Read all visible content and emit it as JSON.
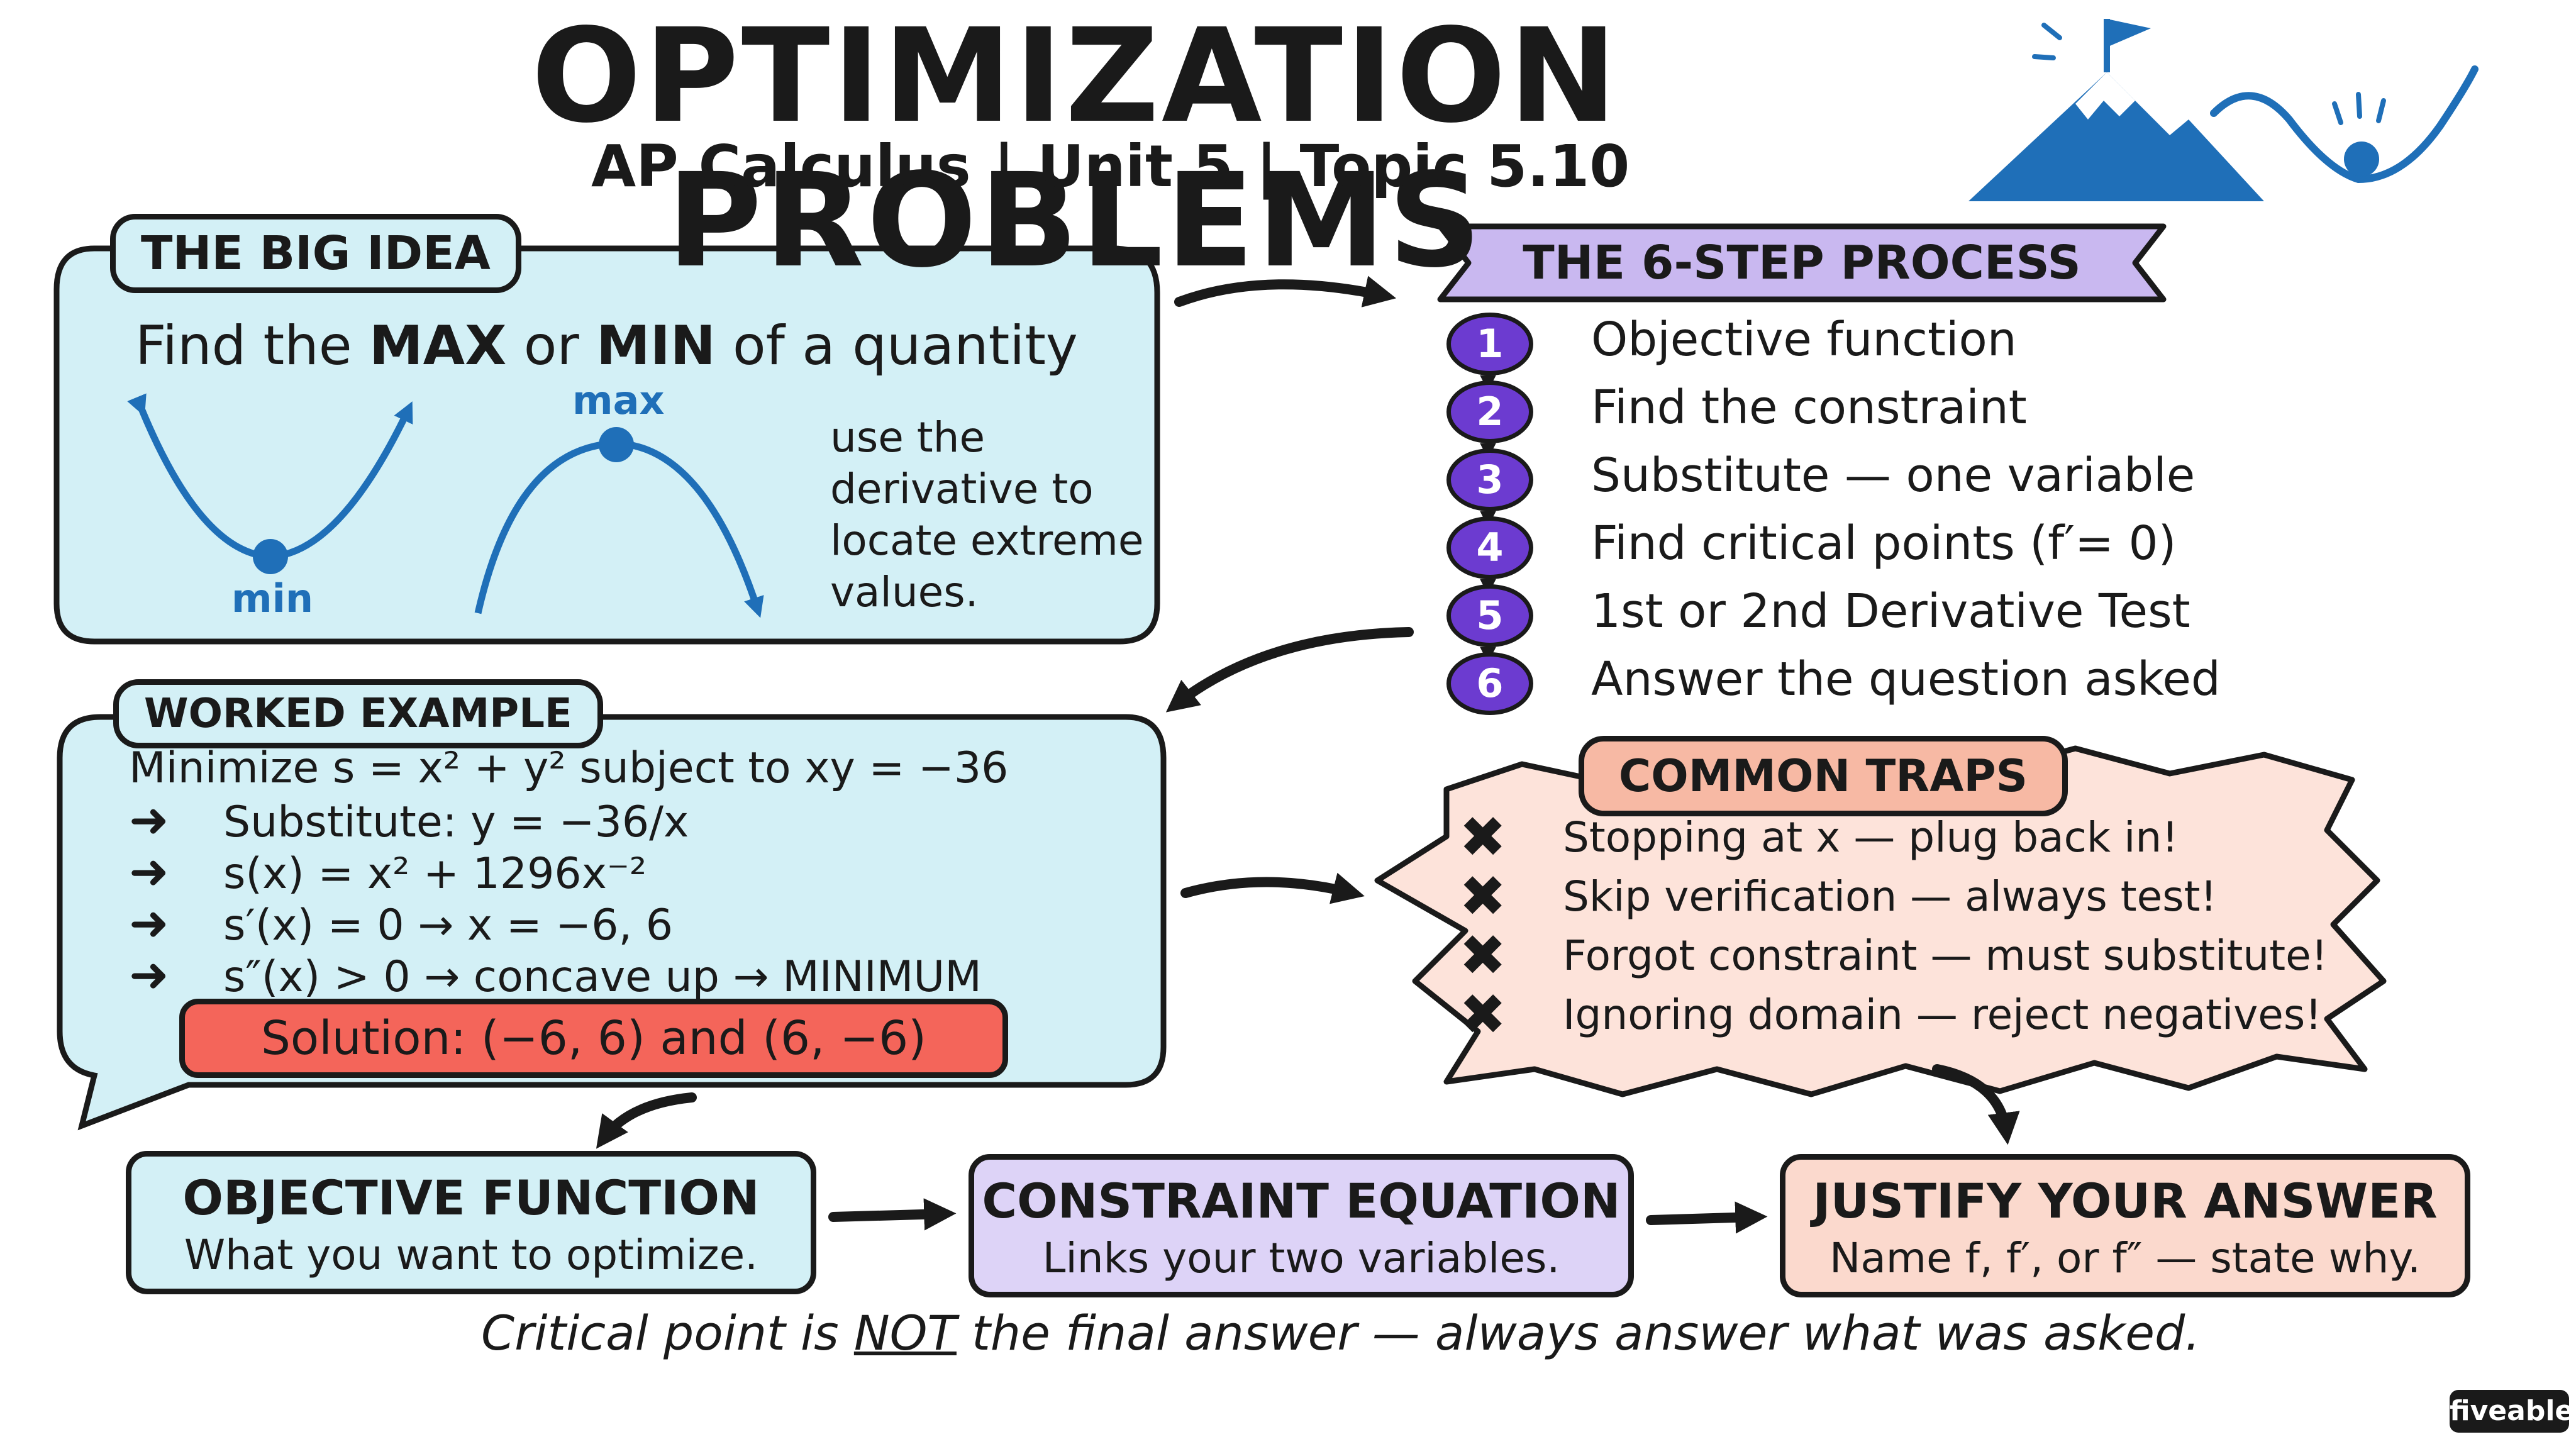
{
  "title": "OPTIMIZATION PROBLEMS",
  "subtitle": {
    "course": "AP Calculus",
    "unit": "Unit 5",
    "topic": "Topic 5.10"
  },
  "big_idea": {
    "label": "THE BIG IDEA",
    "headline_pre": "Find the ",
    "headline_max": "MAX",
    "headline_mid": " or ",
    "headline_min": "MIN",
    "headline_post": " of a quantity",
    "min_label": "min",
    "max_label": "max",
    "note_lines": [
      "use the",
      "derivative to",
      "locate extreme",
      "values."
    ]
  },
  "process": {
    "label": "THE 6-STEP PROCESS",
    "steps": [
      {
        "num": "1",
        "text": "Objective function"
      },
      {
        "num": "2",
        "text": "Find the constraint"
      },
      {
        "num": "3",
        "text": "Substitute — one variable"
      },
      {
        "num": "4",
        "text": "Find critical points  (f′= 0)"
      },
      {
        "num": "5",
        "text": "1st or 2nd Derivative Test"
      },
      {
        "num": "6",
        "text": "Answer the question asked"
      }
    ]
  },
  "worked_example": {
    "label": "WORKED EXAMPLE",
    "problem": "Minimize   s = x² + y²  subject to  xy = −36",
    "steps": [
      "Substitute:  y = −36/x",
      "s(x) = x² + 1296x⁻²",
      "s′(x) = 0   →   x = −6, 6",
      "s″(x) > 0   →   concave up   →   MINIMUM"
    ],
    "solution": "Solution: (−6, 6) and (6, −6)"
  },
  "traps": {
    "label": "COMMON TRAPS",
    "items": [
      "Stopping at x — plug back in!",
      "Skip verification — always test!",
      "Forgot constraint — must substitute!",
      "Ignoring domain — reject negatives!"
    ]
  },
  "boxes": [
    {
      "title": "OBJECTIVE FUNCTION",
      "sub": "What you want to optimize.",
      "color": "#d3f0f6"
    },
    {
      "title": "CONSTRAINT EQUATION",
      "sub": "Links your two variables.",
      "color": "#ddd3f7"
    },
    {
      "title": "JUSTIFY YOUR ANSWER",
      "sub": "Name f, f′, or f″ — state why.",
      "color": "#fbd9cd"
    }
  ],
  "footer": {
    "pre": "Critical point is ",
    "emph": "NOT",
    "post": " the final answer — always answer what was asked."
  },
  "brand": "fiveable",
  "colors": {
    "cyan_panel": "#d3f0f6",
    "purple_step": "#6c3bd0",
    "purple_label": "#c9b8f0",
    "trap_panel": "#fde3da",
    "trap_label": "#f7b9a4",
    "solution_red": "#f4655a",
    "curve_blue": "#1f6fb8"
  },
  "icons": [
    "mountain-flag-icon",
    "valley-ball-icon"
  ]
}
